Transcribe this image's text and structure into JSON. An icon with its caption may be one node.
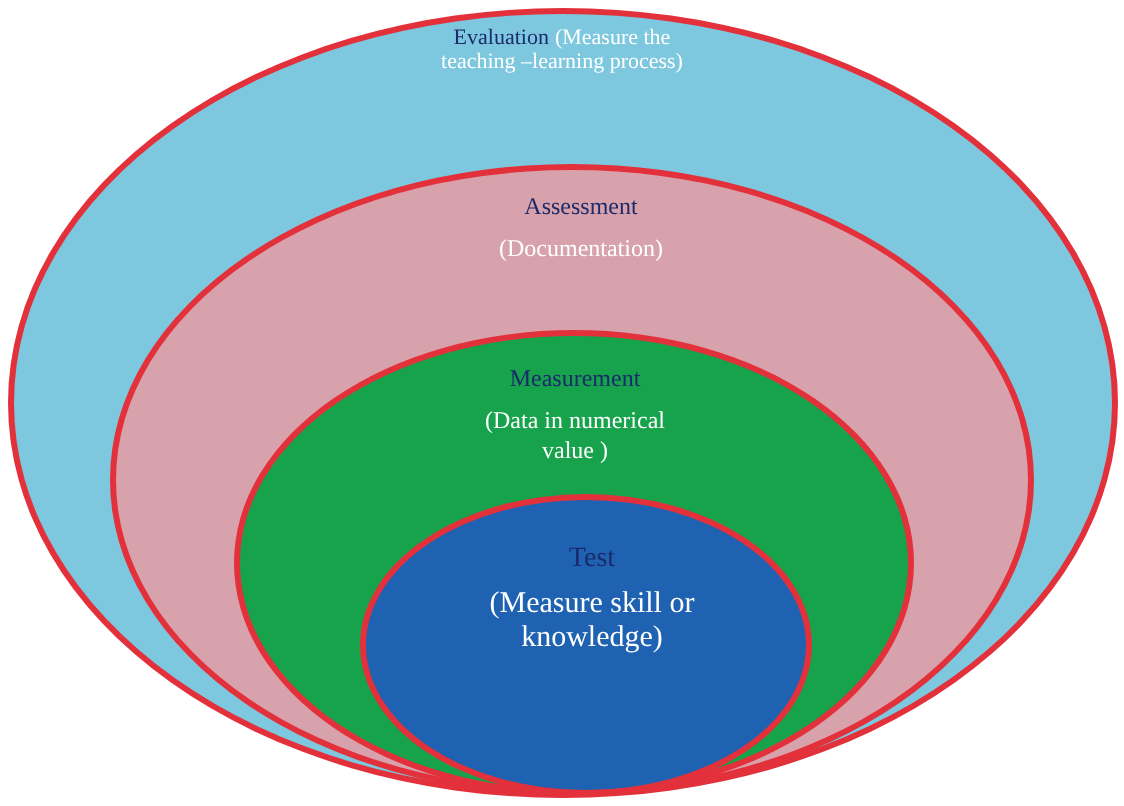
{
  "diagram": {
    "nodes": [
      {
        "text": [
          "Evaluation",
          "(Measure the teaching –learning process)"
        ]
      },
      {
        "text": [
          "Assessment",
          "(Documentation)"
        ],
        "in": 0
      },
      {
        "text": [
          "Measurement",
          "(Data in numerical value )"
        ],
        "in": 1
      },
      {
        "text": [
          "Test",
          "(Measure skill or knowledge)"
        ],
        "in": 2
      }
    ]
  }
}
